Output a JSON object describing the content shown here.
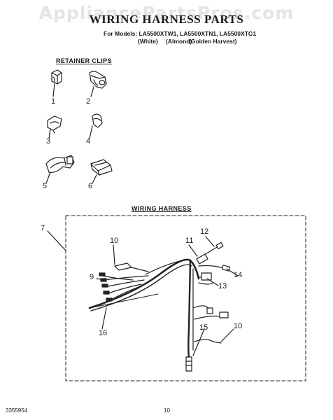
{
  "watermark": "AppliancePartsPros.com",
  "header": {
    "title": "WIRING HARNESS PARTS",
    "models": "For Models: LA5500XTW1, LA5500XTN1, LA5500XTG1",
    "colors": [
      "(White)",
      "(Almond)",
      "(Golden Harvest)"
    ]
  },
  "sections": {
    "retainer_clips": "RETAINER CLIPS",
    "wiring_harness": "WIRING HARNESS"
  },
  "callouts": {
    "retainer": [
      "1",
      "2",
      "3",
      "4",
      "5",
      "6"
    ],
    "harness": [
      "7",
      "10",
      "11",
      "12",
      "9",
      "14",
      "13",
      "16",
      "15",
      "10"
    ]
  },
  "footer": {
    "doc_number": "3355954",
    "page_number": "10"
  }
}
